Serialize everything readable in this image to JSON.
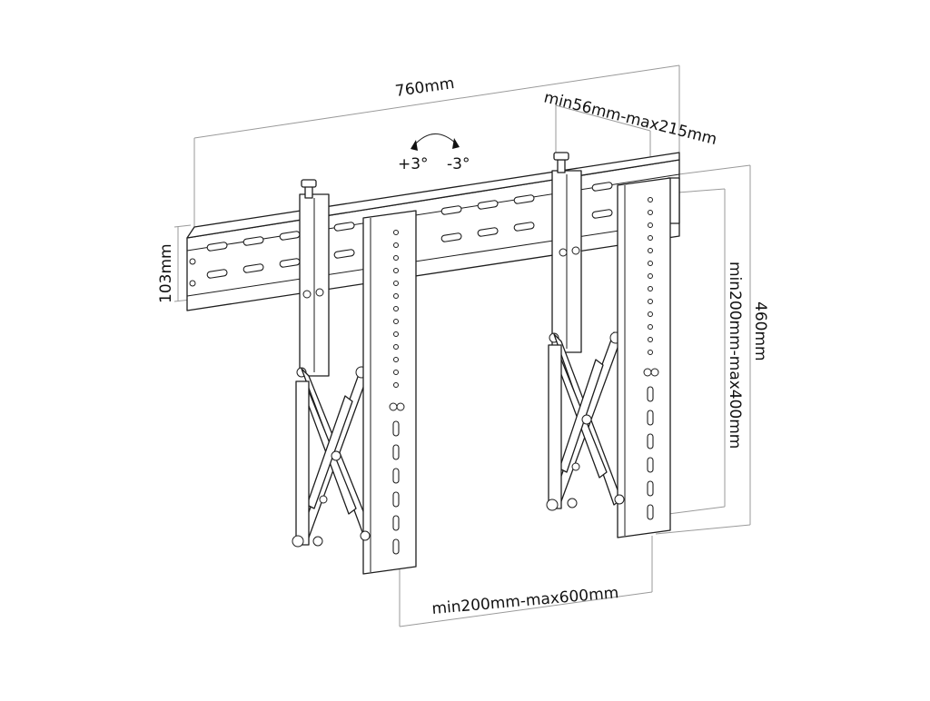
{
  "dimensions": {
    "width_overall": "760mm",
    "depth_range": "min56mm-max215mm",
    "rail_height": "103mm",
    "panel_height": "460mm",
    "vertical_pattern": "min200mm-max400mm",
    "horizontal_pattern": "min200mm-max600mm"
  },
  "tilt": {
    "up": "+3°",
    "down": "-3°"
  }
}
